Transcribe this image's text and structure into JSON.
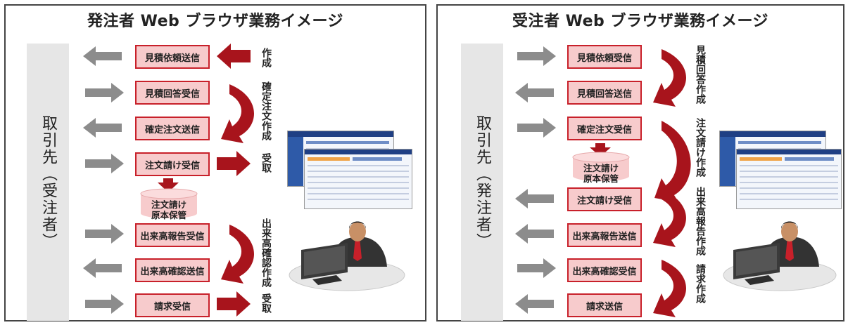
{
  "colors": {
    "accent_red": "#a8141c",
    "step_fill": "#f7cbcc",
    "step_border": "#c8202a",
    "gray_arrow": "#8c8c8c",
    "partner_bg": "#e6e6e6"
  },
  "left_panel": {
    "title": "発注者 Web ブラウザ業務イメージ",
    "partner_label": "取引先（受注者）",
    "steps": [
      "見積依頼送信",
      "見積回答受信",
      "確定注文送信",
      "注文請け受信",
      "出来高報告受信",
      "出来高確認送信",
      "請求受信"
    ],
    "storage_label": [
      "注文請け",
      "原本保管"
    ],
    "side_labels": [
      "作成",
      "確定注文作成",
      "受取",
      "出来高確認作成",
      "受取"
    ],
    "arrow_directions": [
      "left",
      "right",
      "left",
      "right",
      "right",
      "left",
      "right"
    ]
  },
  "right_panel": {
    "title": "受注者 Web ブラウザ業務イメージ",
    "partner_label": "取引先（発注者）",
    "steps": [
      "見積依頼受信",
      "見積回答送信",
      "確定注文受信",
      "注文請け受信",
      "出来高報告送信",
      "出来高確認受信",
      "請求送信"
    ],
    "storage_label": [
      "注文請け",
      "原本保管"
    ],
    "side_labels": [
      "見積回答作成",
      "注文請け作成",
      "出来高報告作成",
      "請求作成"
    ],
    "arrow_directions": [
      "right",
      "left",
      "right",
      "left",
      "left",
      "right",
      "left"
    ]
  },
  "icons": [
    "gray-arrow-icon",
    "red-arrow-icon",
    "curved-red-arrow-icon",
    "database-icon",
    "browser-screenshot-icon",
    "office-worker-icon"
  ]
}
